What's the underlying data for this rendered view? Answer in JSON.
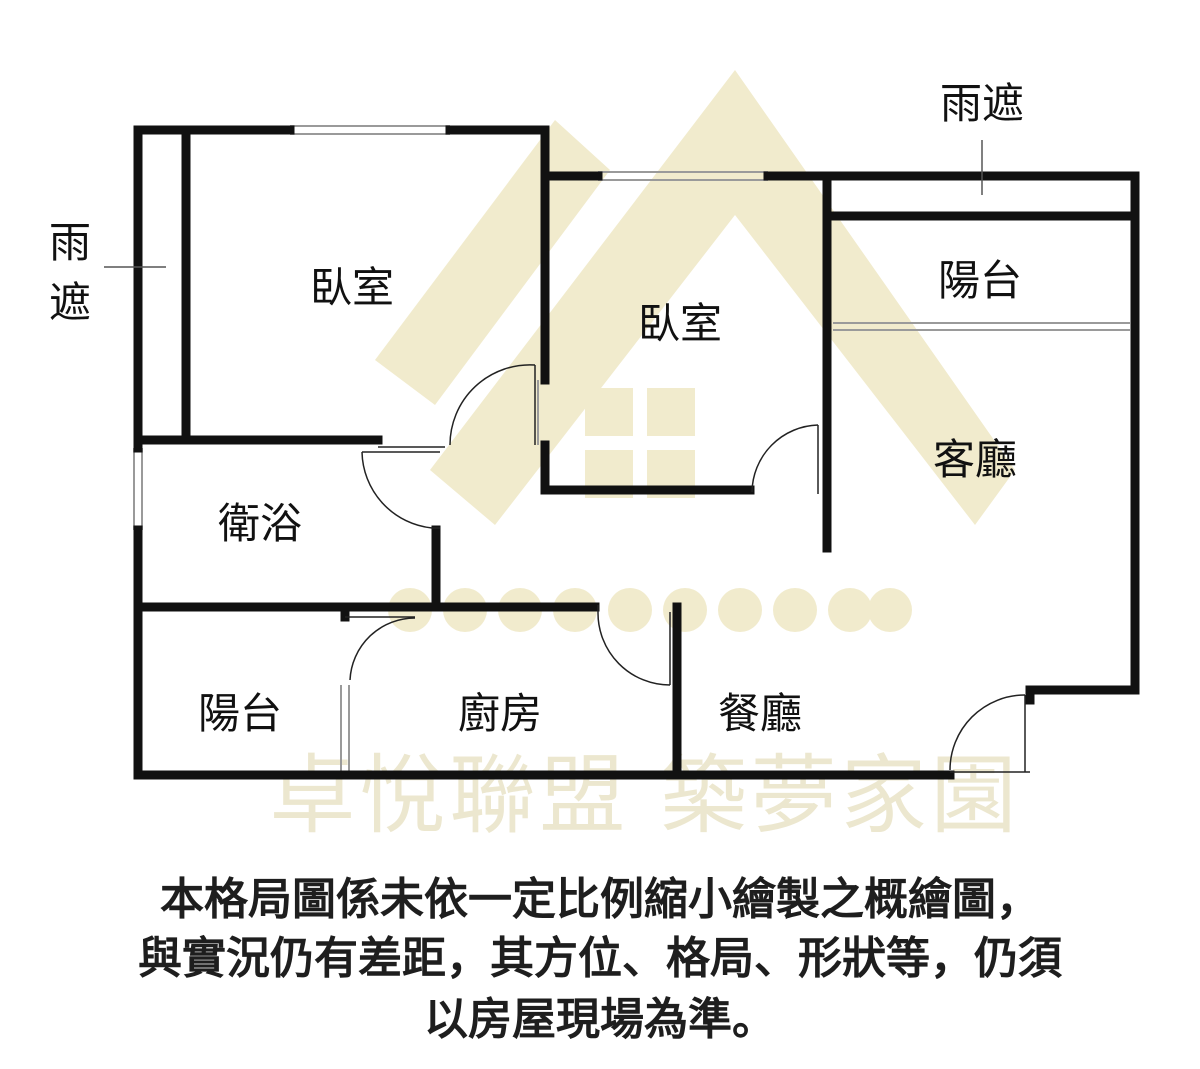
{
  "watermark": {
    "text": "卓悅聯盟  築夢家園",
    "color": "#ece7cf",
    "logo_color": "#f1ebcd",
    "icon": "house-logo-watermark"
  },
  "rooms": {
    "bedroom_1": "臥室",
    "bedroom_2": "臥室",
    "balcony_top": "陽台",
    "living_room": "客廳",
    "bathroom": "衛浴",
    "balcony_bottom": "陽台",
    "kitchen": "廚房",
    "dining_room": "餐廳"
  },
  "callouts": {
    "canopy_top": "雨遮",
    "canopy_left_1": "雨",
    "canopy_left_2": "遮"
  },
  "disclaimer": {
    "line1": "本格局圖係未依一定比例縮小繪製之概繪圖，",
    "line2": "與實況仍有差距，其方位、格局、形狀等，仍須",
    "line3": "以房屋現場為準。"
  },
  "colors": {
    "wall": "#111111",
    "window": "#9a9a9a",
    "text": "#1e1e1e"
  }
}
